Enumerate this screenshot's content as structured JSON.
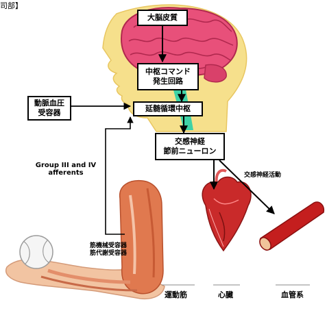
{
  "header_fragment": "司部】",
  "boxes": {
    "cortex": "大脳皮質",
    "central_command": [
      "中枢コマンド",
      "発生回路"
    ],
    "medulla": "延髄循環中枢",
    "baroreceptor": [
      "動脈血圧",
      "受容器"
    ],
    "sympathetic": [
      "交感神経",
      "節前ニューロン"
    ]
  },
  "labels": {
    "afferents": [
      "Group III and IV",
      "afferents"
    ],
    "sympathetic_activity": "交感神経活動",
    "muscle_receptors": [
      "筋機械受容器",
      "筋代謝受容器"
    ],
    "muscle": "運動筋",
    "heart": "心臓",
    "vessels": "血管系"
  },
  "colors": {
    "brain": "#e8507a",
    "brain_fold": "#b0284e",
    "head": "#f6e08c",
    "brainstem": "#3fd2a6",
    "arrow": "#000000",
    "muscle": "#e0794f",
    "skin": "#f2c4a2",
    "heart": "#c92a2a",
    "vessel": "#c41e1e",
    "vessel_inner": "#f0c49a"
  }
}
